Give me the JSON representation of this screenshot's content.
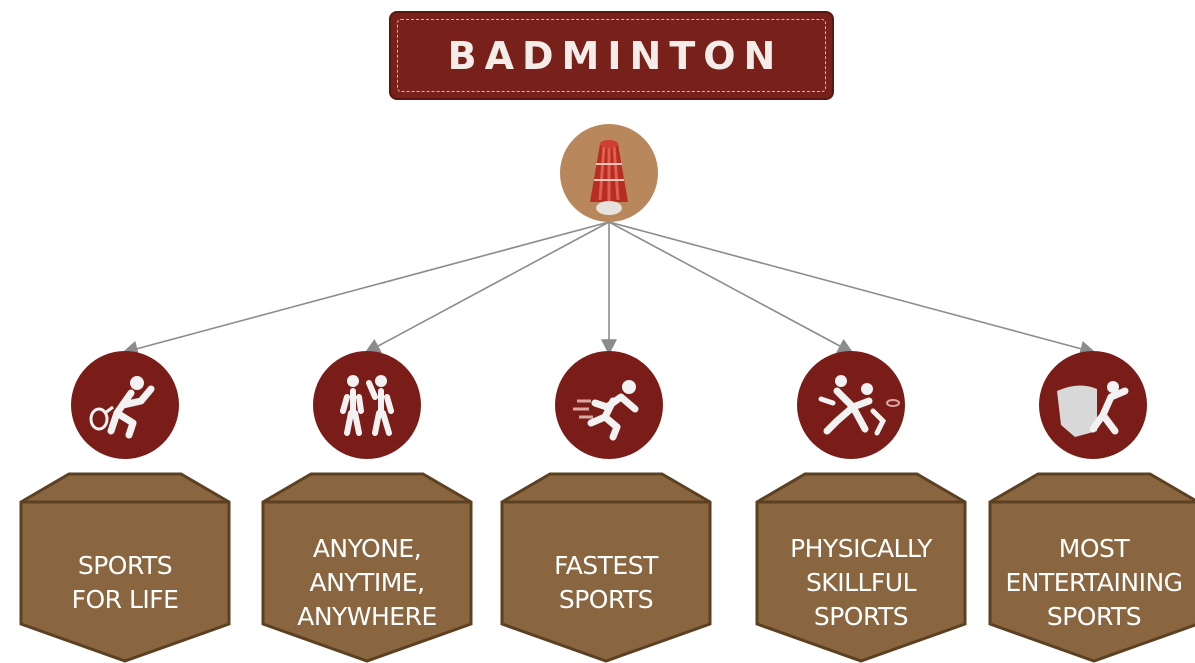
{
  "title": "BADMINTON",
  "hub": {
    "icon": "shuttlecock-icon"
  },
  "colors": {
    "title_bg": "#78201a",
    "circle": "#7a1d19",
    "hub": "#b8875b",
    "box": "#8a6640",
    "box_border": "#5c4022",
    "connector": "#8c8c8c"
  },
  "items": [
    {
      "label": "SPORTS\nFOR LIFE",
      "icon": "badminton-player-icon"
    },
    {
      "label": "ANYONE,\nANYTIME,\nANYWHERE",
      "icon": "two-people-icon"
    },
    {
      "label": "FASTEST\nSPORTS",
      "icon": "sprinter-icon"
    },
    {
      "label": "PHYSICALLY\nSKILLFUL\nSPORTS",
      "icon": "wrestling-icon"
    },
    {
      "label": "MOST\nENTERTAINING\nSPORTS",
      "icon": "performer-icon"
    }
  ]
}
